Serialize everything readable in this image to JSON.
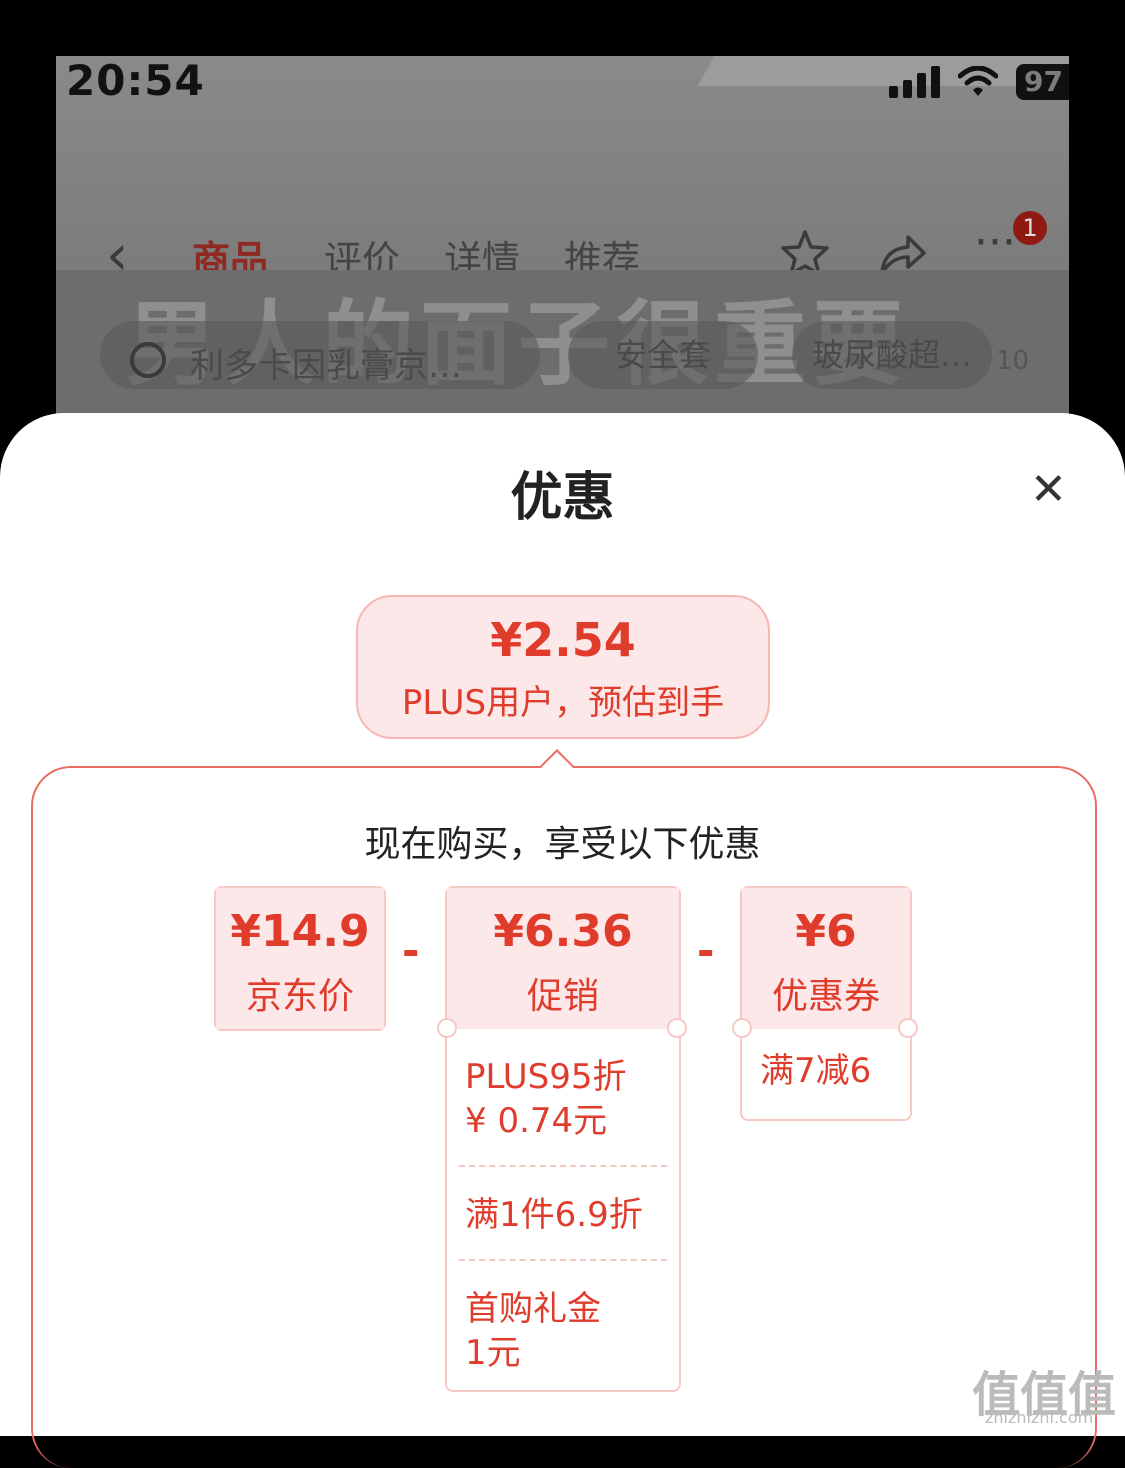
{
  "status": {
    "time": "20:54",
    "battery": "97"
  },
  "nav": {
    "tabs": [
      "商品",
      "评价",
      "详情",
      "推荐"
    ],
    "badge": "1"
  },
  "banner": {
    "text": "男人的面子很重要"
  },
  "search": {
    "text": "利多卡因乳膏京…",
    "pill1": "安全套",
    "pill2": "玻尿酸超…",
    "count": "10"
  },
  "sheet": {
    "title": "优惠",
    "estimate": {
      "price": "¥2.54",
      "label": "PLUS用户，预估到手"
    },
    "subtitle": "现在购买，享受以下优惠",
    "jd_price": {
      "price": "¥14.9",
      "label": "京东价"
    },
    "promo": {
      "price": "¥6.36",
      "label": "促销",
      "items": [
        "PLUS95折\n¥ 0.74元",
        "满1件6.9折",
        "首购礼金\n1元"
      ]
    },
    "coupon": {
      "price": "¥6",
      "label": "优惠券",
      "items": [
        "满7减6"
      ]
    },
    "minus": "-"
  },
  "watermark": {
    "text": "值值值",
    "url": "zhizhizhi.com"
  },
  "colors": {
    "accent": "#e03c2c",
    "accent_bg": "#fce8e8",
    "border": "#ea6d60"
  }
}
